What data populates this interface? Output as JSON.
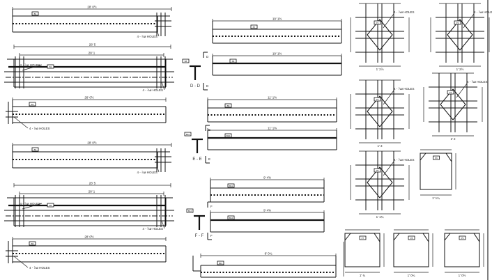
{
  "drawing": {
    "left_beams": [
      {
        "dim": "28' 0½",
        "note": "4 - ⅞ø HOLES",
        "mark": "B1"
      },
      {
        "dim": "28' 5",
        "dim2": "28' 1",
        "note": "4 - ⅞ø HOLES",
        "note2": "4 - ⅞ø HOLES",
        "mark": "B2"
      },
      {
        "dim": "28' 0½",
        "note": "4 - ⅞ø HOLES",
        "mark": "B3"
      },
      {
        "dim": "28' 0½",
        "note": "4 - ⅞ø HOLES",
        "mark": "B4"
      },
      {
        "dim": "28' 5",
        "dim2": "28' 1",
        "note": "4 - ⅞ø HOLES",
        "note2": "4 - ⅞ø HOLES",
        "mark": "B5"
      },
      {
        "dim": "28' 0½",
        "note": "4 - ⅞ø HOLES",
        "mark": "B6"
      }
    ],
    "mid_beams": [
      {
        "dim": "19' 1⅝",
        "mark": "B7"
      },
      {
        "dim": "19' 1⅝",
        "mark": "B8"
      },
      {
        "dim": "11' 1⅝",
        "mark": "B9"
      },
      {
        "dim": "11' 1⅝",
        "mark": "B10"
      },
      {
        "dim": "9' 4⅝",
        "mark": "B11"
      },
      {
        "dim": "9' 4⅝",
        "mark": "B12"
      },
      {
        "dim": "8' 0¾",
        "mark": "B13"
      }
    ],
    "sections": [
      {
        "label": "D - D",
        "cut": "D"
      },
      {
        "label": "E - E",
        "cut": "E"
      },
      {
        "label": "F - F",
        "cut": "F"
      }
    ],
    "plates": [
      {
        "note": "4 - ⅞ø HOLES",
        "dim": "1' 2⅞",
        "mark": "P1"
      },
      {
        "note": "4 - ⅞ø HOLES",
        "dim": "1' 2½",
        "mark": "P2"
      },
      {
        "note": "4 - ⅞ø HOLES",
        "dim": "1' 3",
        "mark": "P3"
      },
      {
        "note": "4 - ⅞ø HOLES",
        "dim": "1' 2",
        "mark": "P4"
      },
      {
        "note": "4 - ⅞ø HOLES",
        "dim": "1' 1¾",
        "mark": "P5"
      },
      {
        "note": "",
        "dim": "1' 1¼",
        "mark": "P6"
      },
      {
        "note": "",
        "dim": "1' ¾",
        "mark": "P7"
      },
      {
        "note": "",
        "dim": "1' 0¾",
        "mark": "P8"
      },
      {
        "note": "",
        "dim": "1' 0½",
        "mark": "P9"
      }
    ]
  }
}
